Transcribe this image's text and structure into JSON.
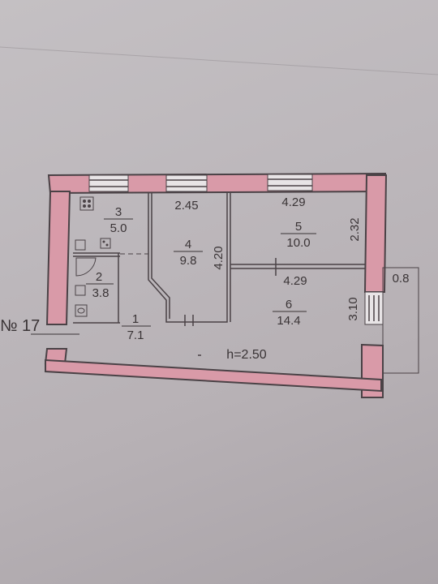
{
  "plan": {
    "apartment_label": "№ 17",
    "ceiling_height": "h=2.50",
    "rooms": [
      {
        "number": "1",
        "area": "7.1"
      },
      {
        "number": "2",
        "area": "3.8"
      },
      {
        "number": "3",
        "area": "5.0"
      },
      {
        "number": "4",
        "area": "9.8"
      },
      {
        "number": "5",
        "area": "10.0"
      },
      {
        "number": "6",
        "area": "14.4"
      }
    ],
    "dimensions": {
      "room4_width": "2.45",
      "room5_width_top": "4.29",
      "room5_width_bottom": "4.29",
      "room5_depth": "2.32",
      "room4_depth": "4.20",
      "room6_depth": "3.10",
      "balcony_width": "0.8"
    }
  },
  "colors": {
    "wall_fill": "#d99aa8",
    "line": "#4a4246",
    "paper": "#bdb8bc"
  }
}
